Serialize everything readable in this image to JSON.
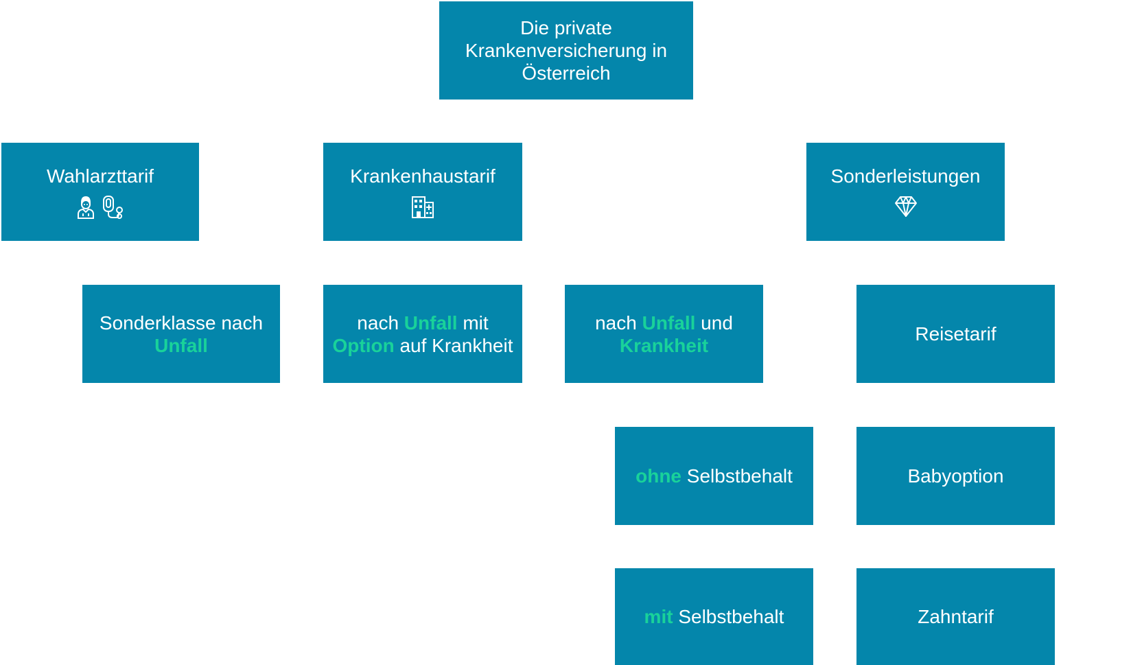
{
  "colors": {
    "box": "#0486ab",
    "text": "#ffffff",
    "highlight": "#19d29a",
    "background": "#ffffff"
  },
  "root": {
    "line1": "Die private",
    "line2": "Krankenversicherung in",
    "line3": "Österreich"
  },
  "categories": {
    "wahlarzt": {
      "label": "Wahlarzttarif",
      "icons": [
        "doctor-icon",
        "stethoscope-icon"
      ]
    },
    "krankenhaus": {
      "label": "Krankenhaustarif",
      "icons": [
        "hospital-icon"
      ]
    },
    "sonderleistungen": {
      "label": "Sonderleistungen",
      "icons": [
        "diamond-icon"
      ]
    }
  },
  "options": {
    "sonderklasse": {
      "text1": "Sonderklasse nach",
      "hl1": "Unfall"
    },
    "unfall_option": {
      "text1": "nach ",
      "hl1": "Unfall",
      "text2": " mit",
      "hl2": "Option",
      "text3": " auf Krankheit"
    },
    "unfall_krankheit": {
      "text1": "nach ",
      "hl1": "Unfall",
      "text2": " und",
      "hl2": "Krankheit"
    },
    "ohne_sb": {
      "hl1": "ohne",
      "text1": " Selbstbehalt"
    },
    "mit_sb": {
      "hl1": "mit",
      "text1": " Selbstbehalt"
    }
  },
  "extras": {
    "reise": "Reisetarif",
    "baby": "Babyoption",
    "zahn": "Zahntarif"
  }
}
